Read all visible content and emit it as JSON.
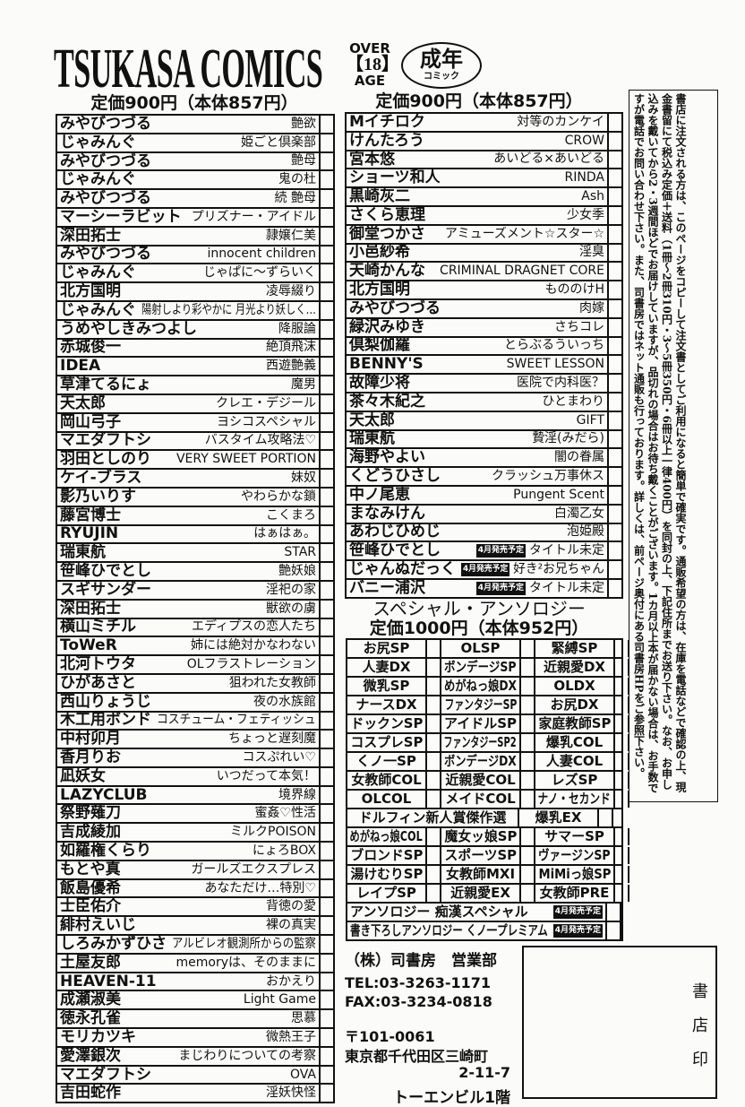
{
  "header": {
    "brand": "TSUKASA COMICS",
    "over": "OVER",
    "eighteen": "【18】",
    "age": "AGE",
    "adult": "成年",
    "comic": "コミック"
  },
  "price_900": "定価900円（本体857円）",
  "left_list": [
    [
      "みやびつづる",
      "艶欲"
    ],
    [
      "じゃみんぐ",
      "姫ごと倶楽部"
    ],
    [
      "みやびつづる",
      "艶母"
    ],
    [
      "じゃみんぐ",
      "鬼の杜"
    ],
    [
      "みやびつづる",
      "続 艶母"
    ],
    [
      "マーシーラビット",
      "プリズナー・アイドル"
    ],
    [
      "深田拓士",
      "隷嬢仁美"
    ],
    [
      "みやびつづる",
      "innocent children"
    ],
    [
      "じゃみんぐ",
      "じゃぱに～ずらいく"
    ],
    [
      "北方国明",
      "凌辱綴り"
    ],
    [
      "じゃみんぐ",
      "陽射しより彩やかに 月光より妖しく…"
    ],
    [
      "うめやしきみつよし",
      "降服論"
    ],
    [
      "赤城俊一",
      "絶頂飛沫"
    ],
    [
      "IDEA",
      "西遊艶義"
    ],
    [
      "草津てるにょ",
      "魔男"
    ],
    [
      "天太郎",
      "クレエ・デジール"
    ],
    [
      "岡山弓子",
      "ヨシコスペシャル"
    ],
    [
      "マエダフトシ",
      "バスタイム攻略法♡"
    ],
    [
      "羽田としのり",
      "VERY SWEET PORTION"
    ],
    [
      "ケイ-ブラス",
      "妹奴"
    ],
    [
      "影乃いりす",
      "やわらかな鎖"
    ],
    [
      "藤宮博士",
      "こくまろ"
    ],
    [
      "RYUJIN",
      "はぁはぁ。"
    ],
    [
      "瑞東航",
      "STAR"
    ],
    [
      "笹峰ひでとし",
      "艶妖娘"
    ],
    [
      "スギサンダー",
      "淫祀の家"
    ],
    [
      "深田拓士",
      "獣欲の虜"
    ],
    [
      "横山ミチル",
      "エディプスの恋人たち"
    ],
    [
      "ToWeR",
      "姉には絶対かなわない"
    ],
    [
      "北河トウタ",
      "OLフラストレーション"
    ],
    [
      "ひがあさと",
      "狙われた女教師"
    ],
    [
      "西山りょうじ",
      "夜の水族館"
    ],
    [
      "木工用ボンド",
      "コスチューム・フェティッシュ"
    ],
    [
      "中村卯月",
      "ちょっと遅刻魔"
    ],
    [
      "香月りお",
      "コスぷれい♡"
    ],
    [
      "凪妖女",
      "いつだって本気！"
    ],
    [
      "LAZYCLUB",
      "境界線"
    ],
    [
      "祭野薙刀",
      "蜜姦♡性活"
    ],
    [
      "吉成綾加",
      "ミルクPOISON"
    ],
    [
      "如羅権くらり",
      "にょろBOX"
    ],
    [
      "もとや真",
      "ガールズエクスプレス"
    ],
    [
      "飯島優希",
      "あなただけ…特別♡"
    ],
    [
      "士臣佑介",
      "背徳の愛"
    ],
    [
      "緋村えいじ",
      "裸の真実"
    ],
    [
      "しろみかずひさ",
      "アルビレオ観測所からの監察"
    ],
    [
      "土屋友郎",
      "memoryは、そのままに"
    ],
    [
      "HEAVEN-11",
      "おかえり"
    ],
    [
      "成瀬淑美",
      "Light Game"
    ],
    [
      "徳永孔雀",
      "思慕"
    ],
    [
      "モリカツキ",
      "微熱王子"
    ],
    [
      "愛澤銀次",
      "まじわりについての考察"
    ],
    [
      "マエダフトシ",
      "OVA"
    ],
    [
      "吉田蛇作",
      "淫妖快怪"
    ]
  ],
  "right_list": [
    [
      "Mイチロク",
      "対等のカンケイ"
    ],
    [
      "けんたろう",
      "CROW"
    ],
    [
      "宮本悠",
      "あいどる×あいどる"
    ],
    [
      "ショーツ和人",
      "RINDA"
    ],
    [
      "黒崎灰二",
      "Ash"
    ],
    [
      "さくら恵理",
      "少女季"
    ],
    [
      "御堂つかさ",
      "アミューズメント☆スター☆"
    ],
    [
      "小邑紗希",
      "淫臭"
    ],
    [
      "天崎かんな",
      "CRIMINAL DRAGNET CORE"
    ],
    [
      "北方国明",
      "もののけH"
    ],
    [
      "みやびつづる",
      "肉嫁"
    ],
    [
      "緑沢みゆき",
      "さちコレ"
    ],
    [
      "倶梨伽羅",
      "とらぶるういっち"
    ],
    [
      "BENNY'S",
      "SWEET LESSON"
    ],
    [
      "故障少将",
      "医院で内科医？"
    ],
    [
      "茶々木紀之",
      "ひとまわり"
    ],
    [
      "天太郎",
      "GIFT"
    ],
    [
      "瑞東航",
      "贄淫(みだら)"
    ],
    [
      "海野やよい",
      "闇の眷属"
    ],
    [
      "くどうひさし",
      "クラッシュ万事休ス"
    ],
    [
      "中ノ尾恵",
      "Pungent Scent"
    ],
    [
      "まなみけん",
      "白濁乙女"
    ],
    [
      "あわじひめじ",
      "泡姫殿"
    ],
    [
      "笹峰ひでとし",
      "タイトル未定",
      "4月発売予定"
    ],
    [
      "じゃんぬだっく",
      "好き²お兄ちゃん",
      "4月発売予定"
    ],
    [
      "バニー浦沢",
      "タイトル未定",
      "4月発売予定"
    ]
  ],
  "anthology": {
    "title": "スペシャル・アンソロジー",
    "price": "定価1000円（本体952円）",
    "grid": [
      [
        "お尻SP",
        "OLSP",
        "緊縛SP"
      ],
      [
        "人妻DX",
        "ボンデージSP",
        "近親愛DX"
      ],
      [
        "微乳SP",
        "めがねっ娘DX",
        "OLDX"
      ],
      [
        "ナースDX",
        "ファンタジーSP",
        "お尻DX"
      ],
      [
        "ドックンSP",
        "アイドルSP",
        "家庭教師SP"
      ],
      [
        "コスプレSP",
        "ファンタジーSP2",
        "爆乳COL"
      ],
      [
        "くノ一SP",
        "ボンデージDX",
        "人妻COL"
      ],
      [
        "女教師COL",
        "近親愛COL",
        "レズSP"
      ],
      [
        "OLCOL",
        "メイドCOL",
        "ナノ・セカンド"
      ],
      [
        "ドルフィン新人賞傑作選",
        "爆乳EX"
      ],
      [
        "めがねっ娘COL",
        "魔女ッ娘SP",
        "サマーSP"
      ],
      [
        "ブロンドSP",
        "スポーツSP",
        "ヴァージンSP"
      ],
      [
        "湯けむりSP",
        "女教師MXI",
        "MiMiっ娘SP"
      ],
      [
        "レイプSP",
        "近親愛EX",
        "女教師PRE"
      ]
    ],
    "wide": [
      [
        "アンソロジー 痴漢スペシャル",
        "4月発売予定"
      ],
      [
        "書き下ろしアンソロジー くノ一プレミアム",
        "4月発売予定"
      ]
    ]
  },
  "publisher": {
    "company": "（株）司書房　営業部",
    "tel": "TEL:03-3263-1171",
    "fax": "FAX:03-3234-0818",
    "zip": "〒101-0061",
    "address1": "東京都千代田区三崎町",
    "address2": "2-11-7",
    "address3": "トーエンビル1階"
  },
  "stamp": {
    "c1": "書",
    "c2": "店",
    "c3": "印"
  },
  "notice": "書店に注文される方は、このページをコピーして注文書としてご利用になると簡単で確実です。通販希望の方は、在庫を電話などで確認の上、現金書留にて税込み定価＋送料（1冊～2冊310円・3～5冊350円・6冊以上一律400円）を同封の上、下記住所までお送り下さい。なお、お申し込みを戴いてから2・3週間ほどでお届けしていますが、品切れの場合はお待ち戴くことがございます。1カ月以上本が届かない場合は、お手数ですが電話でお問い合わせ下さい。また、司書房ではネット通販も行っております。詳しくは、前ページ奥付にある司書房HPをご参照下さい。"
}
